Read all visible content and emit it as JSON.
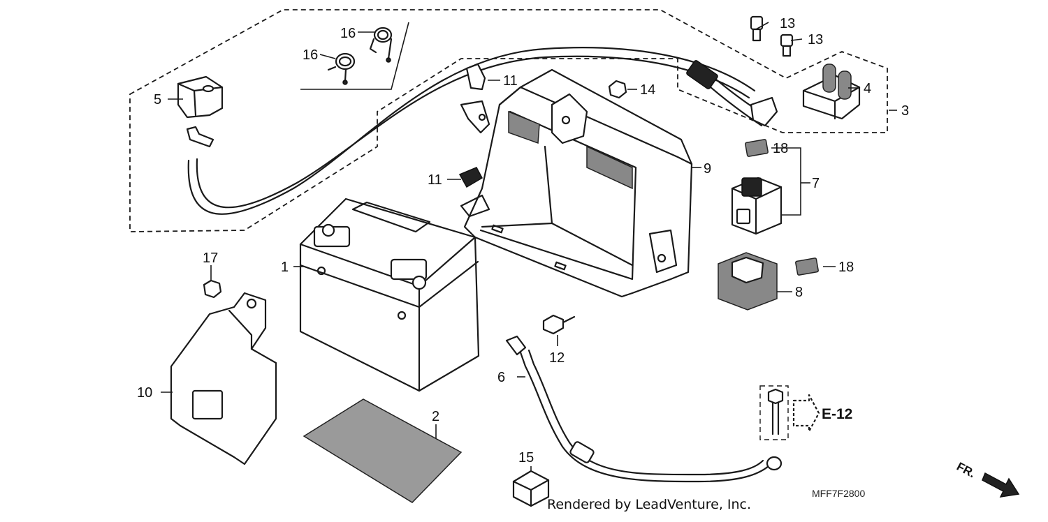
{
  "callouts": {
    "c1": "1",
    "c2": "2",
    "c3": "3",
    "c4": "4",
    "c5": "5",
    "c6": "6",
    "c7": "7",
    "c8": "8",
    "c9": "9",
    "c10": "10",
    "c11a": "11",
    "c11b": "11",
    "c12": "12",
    "c13a": "13",
    "c13b": "13",
    "c14": "14",
    "c15": "15",
    "c16a": "16",
    "c16b": "16",
    "c17": "17",
    "c18a": "18",
    "c18b": "18"
  },
  "reference": "E-12",
  "diagram_code": "MFF7F2800",
  "credit": "Rendered by LeadVenture, Inc.",
  "direction_label": "FR."
}
